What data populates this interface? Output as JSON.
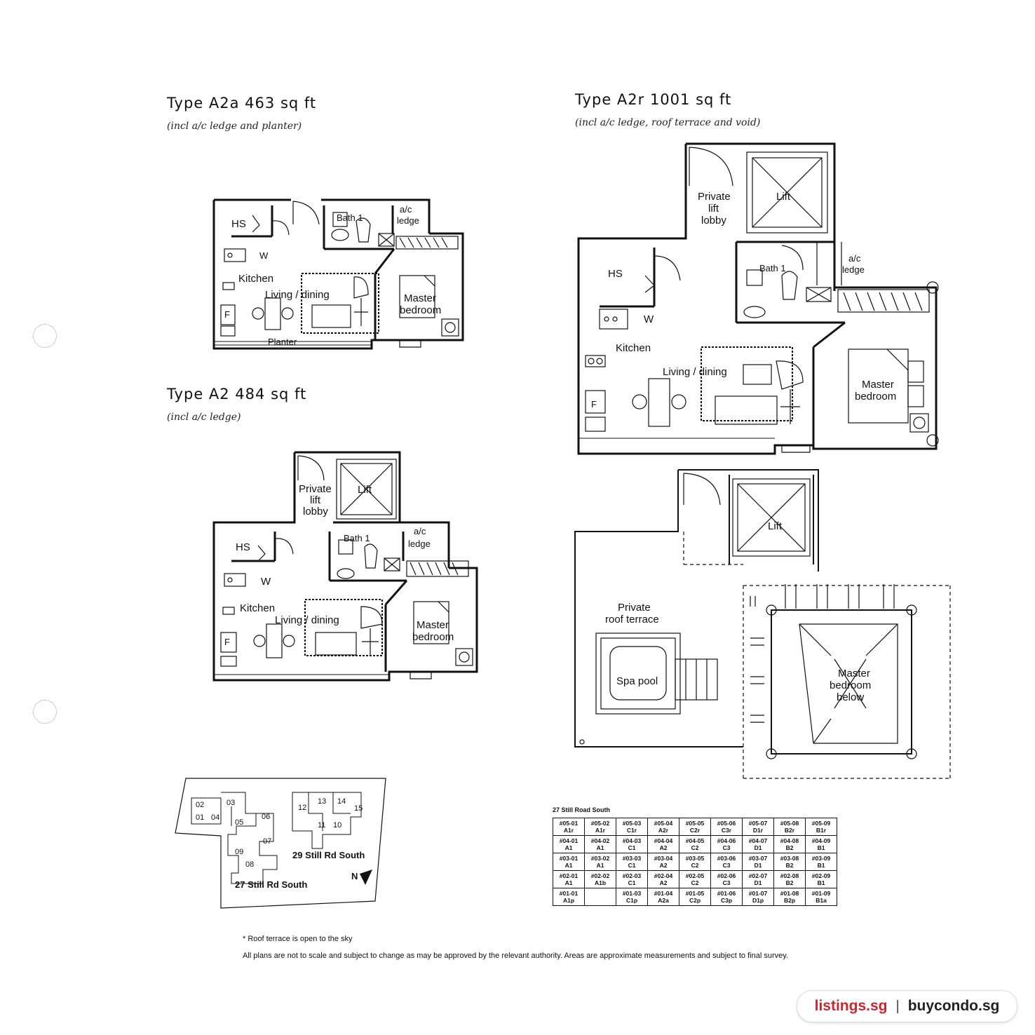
{
  "plans": {
    "a2a": {
      "title": "Type A2a 463 sq ft",
      "subtitle": "(incl a/c ledge and planter)",
      "rooms": {
        "hs": "HS",
        "bath": "Bath 1",
        "ledge_a": "a/c",
        "ledge_b": "ledge",
        "w": "W",
        "kitchen": "Kitchen",
        "living": "Living / dining",
        "f": "F",
        "master_a": "Master",
        "master_b": "bedroom",
        "planter": "Planter"
      }
    },
    "a2": {
      "title": "Type A2 484 sq ft",
      "subtitle": "(incl a/c ledge)",
      "rooms": {
        "lobby_a": "Private",
        "lobby_b": "lift",
        "lobby_c": "lobby",
        "lift": "Lift",
        "hs": "HS",
        "bath": "Bath 1",
        "ledge_a": "a/c",
        "ledge_b": "ledge",
        "w": "W",
        "kitchen": "Kitchen",
        "living": "Living / dining",
        "f": "F",
        "master_a": "Master",
        "master_b": "bedroom"
      }
    },
    "a2r": {
      "title": "Type A2r 1001 sq ft",
      "subtitle": "(incl a/c ledge, roof terrace and void)",
      "rooms": {
        "lobby_a": "Private",
        "lobby_b": "lift",
        "lobby_c": "lobby",
        "lift": "Lift",
        "hs": "HS",
        "bath": "Bath 1",
        "ledge_a": "a/c",
        "ledge_b": "ledge",
        "w": "W",
        "kitchen": "Kitchen",
        "living": "Living / dining",
        "f": "F",
        "master_a": "Master",
        "master_b": "bedroom"
      }
    },
    "roof": {
      "rooms": {
        "lift": "Lift",
        "terrace_a": "Private",
        "terrace_b": "roof terrace",
        "spa": "Spa pool",
        "below_a": "Master",
        "below_b": "bedroom",
        "below_c": "below"
      }
    }
  },
  "site_plan": {
    "blocks": [
      "01",
      "02",
      "03",
      "04",
      "05",
      "06",
      "07",
      "08",
      "09",
      "10",
      "11",
      "12",
      "13",
      "14",
      "15"
    ],
    "road_29": "29 Still Rd South",
    "road_27": "27 Still Rd South",
    "north": "N"
  },
  "unit_table": {
    "title": "27 Still Road South",
    "rows": [
      [
        [
          "#05-01",
          "A1r"
        ],
        [
          "#05-02",
          "A1r"
        ],
        [
          "#05-03",
          "C1r"
        ],
        [
          "#05-04",
          "A2r"
        ],
        [
          "#05-05",
          "C2r"
        ],
        [
          "#05-06",
          "C3r"
        ],
        [
          "#05-07",
          "D1r"
        ],
        [
          "#05-08",
          "B2r"
        ],
        [
          "#05-09",
          "B1r"
        ]
      ],
      [
        [
          "#04-01",
          "A1"
        ],
        [
          "#04-02",
          "A1"
        ],
        [
          "#04-03",
          "C1"
        ],
        [
          "#04-04",
          "A2"
        ],
        [
          "#04-05",
          "C2"
        ],
        [
          "#04-06",
          "C3"
        ],
        [
          "#04-07",
          "D1"
        ],
        [
          "#04-08",
          "B2"
        ],
        [
          "#04-09",
          "B1"
        ]
      ],
      [
        [
          "#03-01",
          "A1"
        ],
        [
          "#03-02",
          "A1"
        ],
        [
          "#03-03",
          "C1"
        ],
        [
          "#03-04",
          "A2"
        ],
        [
          "#03-05",
          "C2"
        ],
        [
          "#03-06",
          "C3"
        ],
        [
          "#03-07",
          "D1"
        ],
        [
          "#03-08",
          "B2"
        ],
        [
          "#03-09",
          "B1"
        ]
      ],
      [
        [
          "#02-01",
          "A1"
        ],
        [
          "#02-02",
          "A1b"
        ],
        [
          "#02-03",
          "C1"
        ],
        [
          "#02-04",
          "A2"
        ],
        [
          "#02-05",
          "C2"
        ],
        [
          "#02-06",
          "C3"
        ],
        [
          "#02-07",
          "D1"
        ],
        [
          "#02-08",
          "B2"
        ],
        [
          "#02-09",
          "B1"
        ]
      ],
      [
        [
          "#01-01",
          "A1p"
        ],
        [
          "",
          ""
        ],
        [
          "#01-03",
          "C1p"
        ],
        [
          "#01-04",
          "A2a"
        ],
        [
          "#01-05",
          "C2p"
        ],
        [
          "#01-06",
          "C3p"
        ],
        [
          "#01-07",
          "D1p"
        ],
        [
          "#01-08",
          "B2p"
        ],
        [
          "#01-09",
          "B1a"
        ]
      ]
    ]
  },
  "notes": {
    "roof": "* Roof terrace is open to the sky",
    "disclaimer": "All plans are not to scale and subject to change as may be approved by the relevant authority. Areas are approximate measurements and subject to final survey."
  },
  "footer": {
    "brand1": "listings.sg",
    "sep": "|",
    "brand2": "buycondo.sg",
    "brand1_color": "#d0242b",
    "brand2_color": "#222222"
  }
}
